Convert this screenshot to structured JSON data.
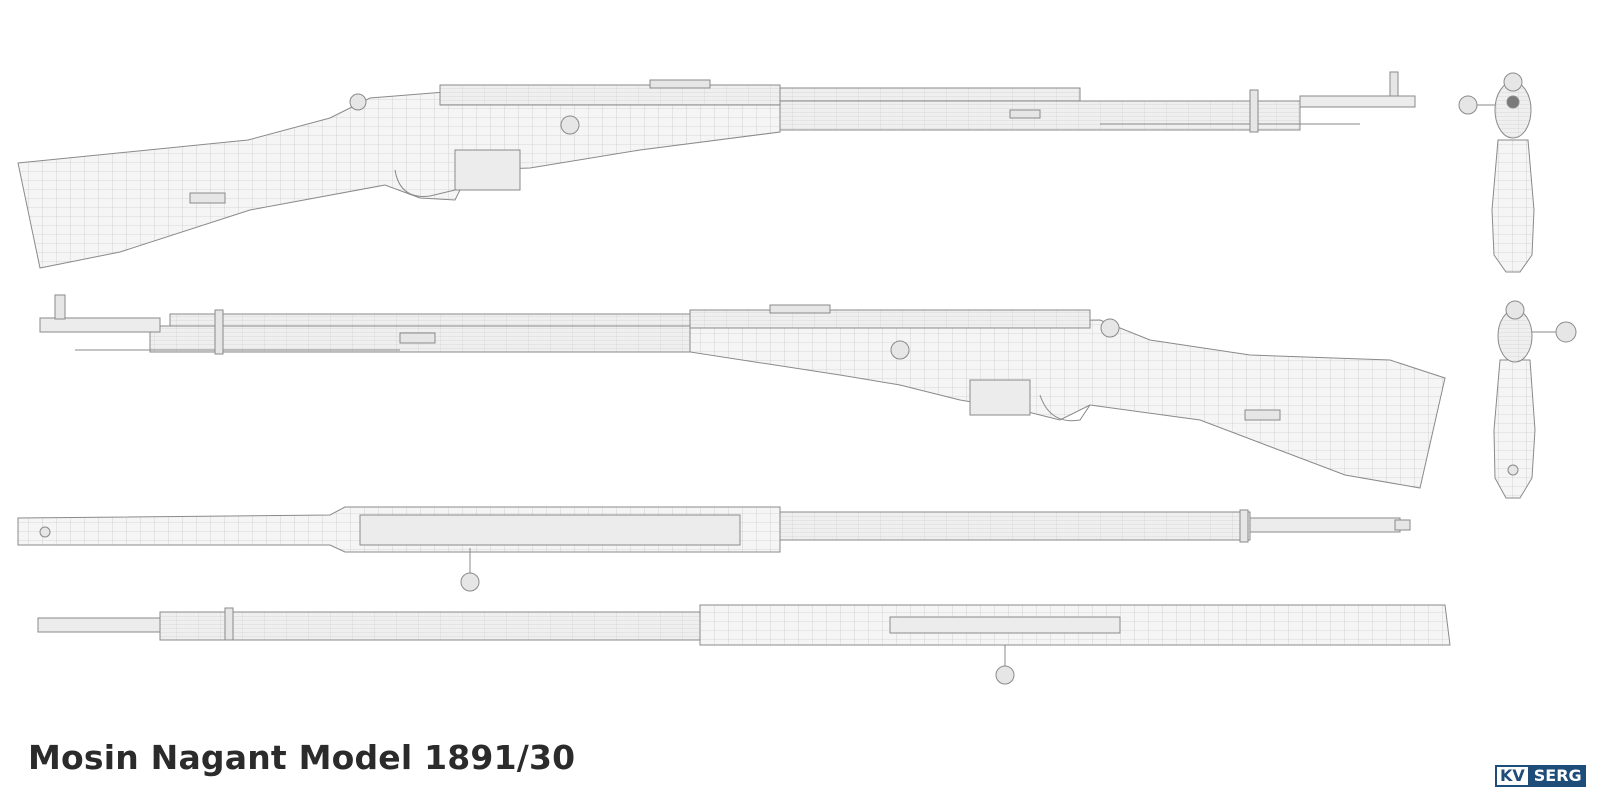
{
  "title": "Mosin Nagant Model 1891/30",
  "logo": {
    "part1": "KV",
    "part2": "SERG"
  },
  "views": [
    "left-side-view",
    "right-side-view",
    "top-view",
    "bottom-view",
    "rear-view",
    "front-view"
  ],
  "colors": {
    "line": "#8a8a8a",
    "fill": "#f4f4f4",
    "metal": "#e9e9e9",
    "title": "#2b2b2b",
    "logo": "#1e4d7a"
  }
}
